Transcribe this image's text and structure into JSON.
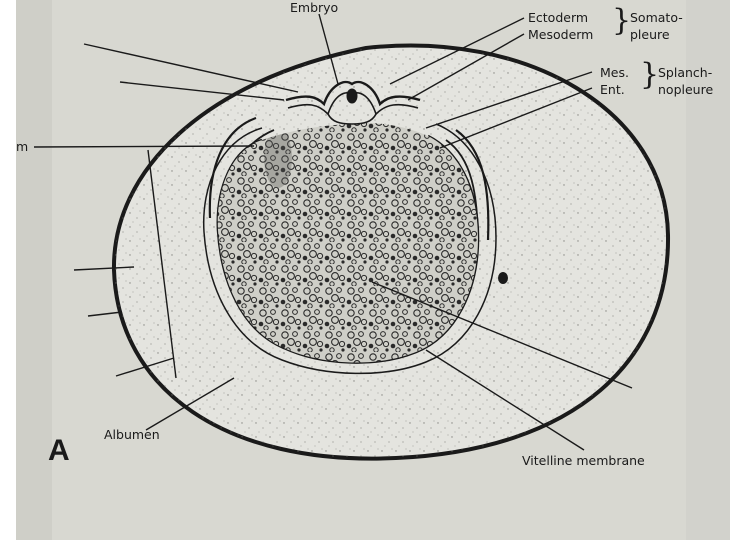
{
  "figure": {
    "panel_letter": "A",
    "labels": {
      "embryo": "Embryo",
      "ectoderm": "Ectoderm",
      "mesoderm": "Mesoderm",
      "somatopleure_line1": "Somato-",
      "somatopleure_line2": "pleure",
      "mes": "Mes.",
      "ent": "Ent.",
      "splanchnopleure_line1": "Splanch-",
      "splanchnopleure_line2": "nopleure",
      "cut_off_left": "m",
      "albumen": "Albumen",
      "vitelline_membrane": "Vitelline membrane"
    },
    "colors": {
      "slide_background": "#dcdcd6",
      "ink": "#1a1a1a",
      "albumen_fill": "#e4e4df",
      "yolk_fill": "#cfcfc8"
    }
  }
}
